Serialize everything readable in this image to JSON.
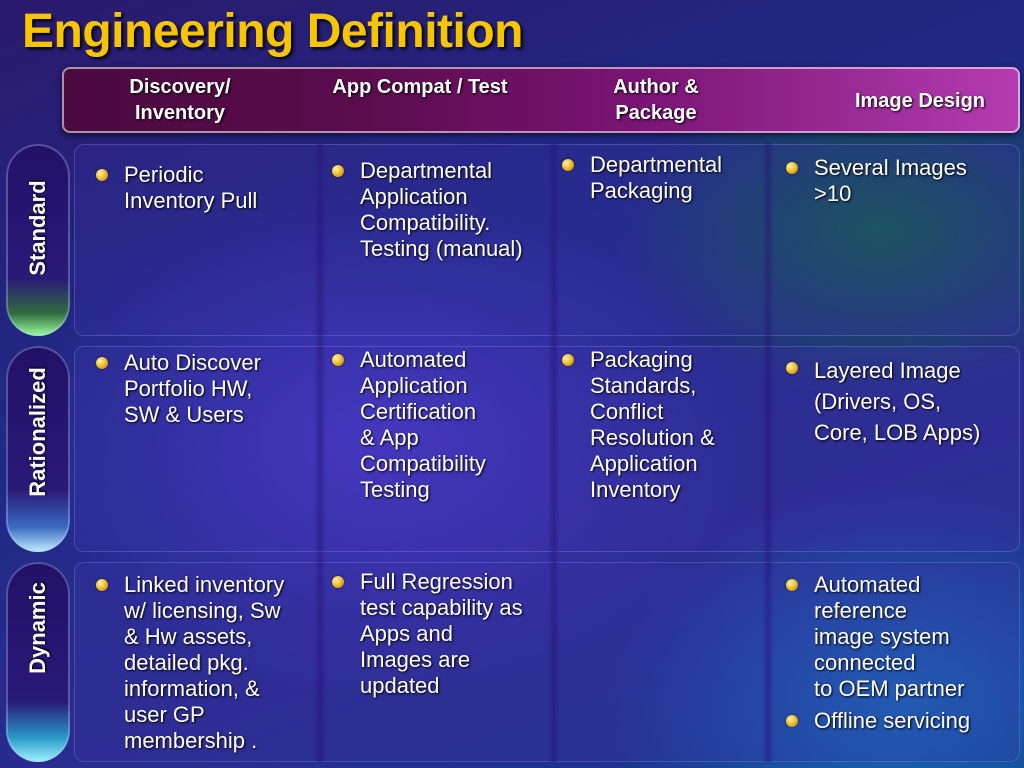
{
  "title": "Engineering Definition",
  "columns": [
    "Discovery/\nInventory",
    "App Compat /\nTest",
    "Author &\nPackage",
    "Image Design"
  ],
  "rows": {
    "standard": {
      "label": "Standard",
      "cells": [
        [
          "Periodic\nInventory Pull"
        ],
        [
          "Departmental\nApplication\nCompatibility.\nTesting (manual)"
        ],
        [
          "Departmental\nPackaging"
        ],
        [
          "Several Images\n>10"
        ]
      ]
    },
    "rationalized": {
      "label": "Rationalized",
      "cells": [
        [
          "Auto Discover\nPortfolio HW,\nSW  & Users"
        ],
        [
          "Automated\nApplication\nCertification\n&  App\nCompatibility\nTesting"
        ],
        [
          "Packaging\nStandards,\nConflict\nResolution &\nApplication\nInventory"
        ],
        [
          "Layered Image\n(Drivers, OS,\nCore, LOB Apps)"
        ]
      ]
    },
    "dynamic": {
      "label": "Dynamic",
      "cells": [
        [
          "Linked inventory\nw/ licensing, Sw\n& Hw assets,\ndetailed pkg.\ninformation, &\nuser GP\nmembership ."
        ],
        [
          "Full Regression\ntest capability as\nApps and\nImages are\nupdated"
        ],
        [],
        [
          "Automated\nreference\nimage system\nconnected\nto OEM partner",
          "Offline servicing"
        ]
      ]
    }
  },
  "colors": {
    "title": "#f7c400",
    "header": "#5a0c4c",
    "text": "#ffffff",
    "bullet": "#f0c030"
  }
}
